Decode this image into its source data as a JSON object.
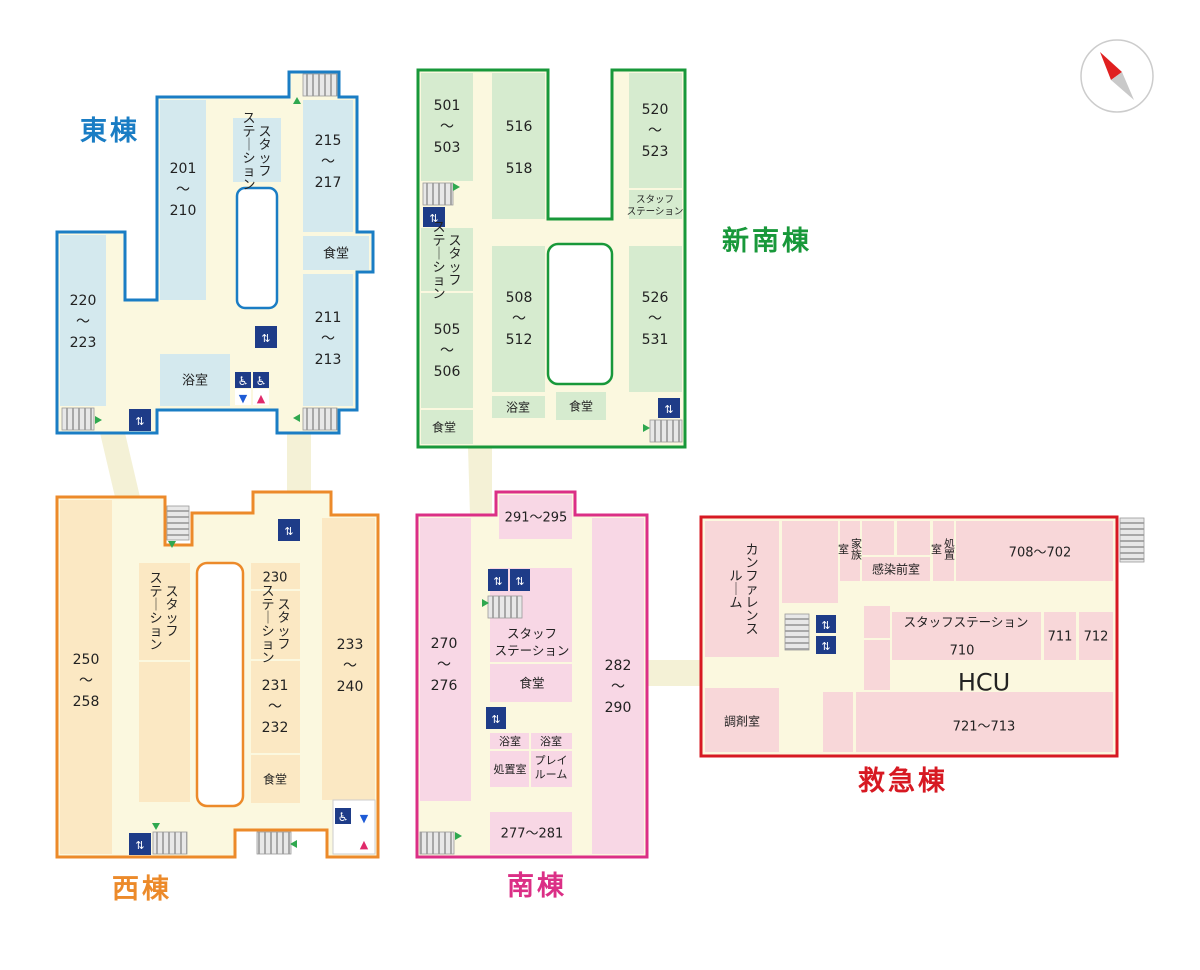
{
  "wings": {
    "east": {
      "name": "東棟",
      "color": "#1a7dc4",
      "room_fill": "#d4e9ee",
      "rooms": {
        "r201": "201\n〜\n210",
        "r215": "215\n〜\n217",
        "r211": "211\n〜\n213",
        "r220": "220\n〜\n223",
        "staff": "スタッフ\nステーション",
        "dining": "食堂",
        "bath": "浴室"
      }
    },
    "new_south": {
      "name": "新南棟",
      "color": "#18983a",
      "room_fill": "#d6ebcf",
      "rooms": {
        "r501": "501\n〜\n503",
        "r516": "516\n\n518",
        "r520": "520\n〜\n523",
        "staff_small": "スタッフ\nステーション",
        "staff": "スタッフ\nステーション",
        "r508": "508\n〜\n512",
        "r526": "526\n〜\n531",
        "r505": "505\n〜\n506",
        "bath": "浴室",
        "dining_center": "食堂",
        "dining": "食堂"
      }
    },
    "west": {
      "name": "西棟",
      "color": "#ec8a2a",
      "room_fill": "#fbe8c3",
      "rooms": {
        "r250": "250\n〜\n258",
        "staff_left": "スタッフ\nステーション",
        "r230": "230",
        "staff_right": "スタッフ\nステーション",
        "r231": "231\n〜\n232",
        "dining": "食堂",
        "r233": "233\n〜\n240"
      }
    },
    "south": {
      "name": "南棟",
      "color": "#db2f86",
      "room_fill": "#f8d7e5",
      "rooms": {
        "r291": "291〜295",
        "r270": "270\n〜\n276",
        "staff": "スタッフ\nステーション",
        "dining": "食堂",
        "bath1": "浴室",
        "bath2": "浴室",
        "treatment": "処置室",
        "play": "プレイ\nルーム",
        "r277": "277〜281",
        "r282": "282\n〜\n290"
      }
    },
    "emergency": {
      "name": "救急棟",
      "color": "#d71922",
      "room_fill": "#f8d7d9",
      "rooms": {
        "conference": "カンファレンス\nルーム",
        "family": "家族\n室",
        "infection_ante": "感染前室",
        "treatment": "処置\n室",
        "r708": "708〜702",
        "staff": "スタッフステーション",
        "r711": "711",
        "r712": "712",
        "r710": "710",
        "hcu": "HCU",
        "pharmacy": "調剤室",
        "r721": "721〜713"
      }
    }
  },
  "colors": {
    "corridor": "#fbf8df",
    "connector": "#f4f1d6",
    "stair": "#cfcfcf",
    "elevator": "#1e3c88",
    "arrow": "#2fa84f",
    "compass": "#e02020"
  },
  "icons": [
    "stairs-icon",
    "elevator-icon",
    "wheelchair-toilet-icon",
    "mens-toilet-icon",
    "womens-toilet-icon",
    "compass-icon",
    "entrance-arrow-icon"
  ]
}
